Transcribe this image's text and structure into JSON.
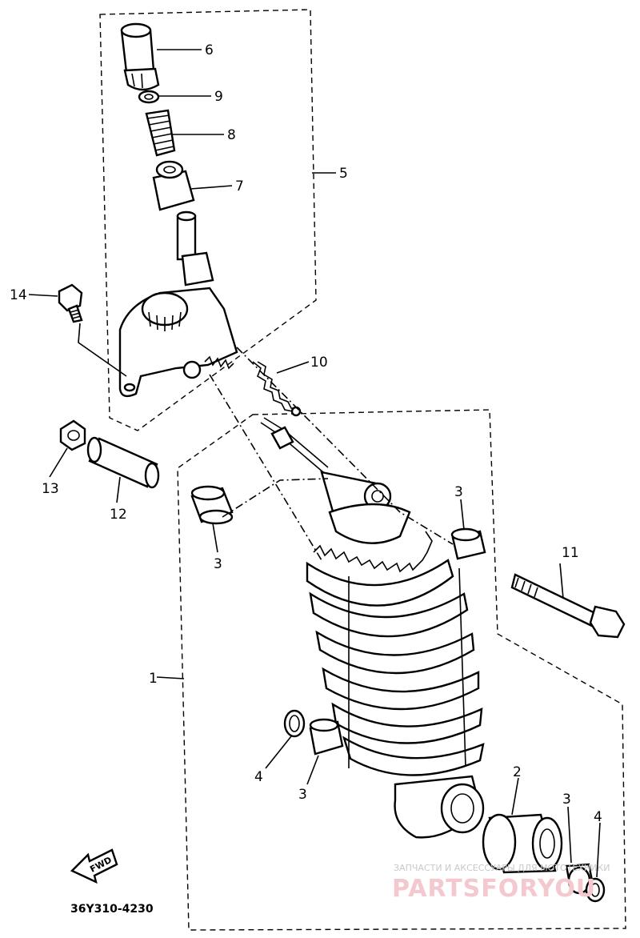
{
  "diagram": {
    "callouts": {
      "c1": "1",
      "c2": "2",
      "c3a": "3",
      "c3b": "3",
      "c3c": "3",
      "c3d": "3",
      "c4a": "4",
      "c4b": "4",
      "c5": "5",
      "c6": "6",
      "c7": "7",
      "c8": "8",
      "c9": "9",
      "c10": "10",
      "c11": "11",
      "c12": "12",
      "c13": "13",
      "c14": "14"
    },
    "part_number": "36Y310-4230",
    "fwd_label": "FWD",
    "watermark": {
      "line1": "ЗАПЧАСТИ И АКСЕССУАРЫ ДЛЯ МОТОТЕХНИКИ",
      "line2": "PARTSFORYOU"
    }
  }
}
